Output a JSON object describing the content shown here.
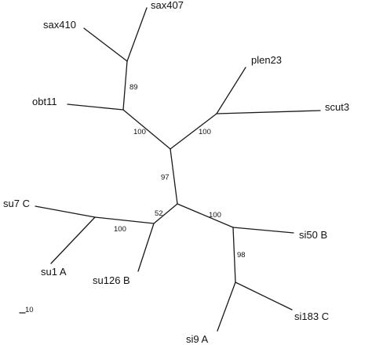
{
  "tree": {
    "leaves": [
      {
        "id": "sax407",
        "label": "sax407"
      },
      {
        "id": "sax410",
        "label": "sax410"
      },
      {
        "id": "obt11",
        "label": "obt11"
      },
      {
        "id": "plen23",
        "label": "plen23"
      },
      {
        "id": "scut3",
        "label": "scut3"
      },
      {
        "id": "su7c",
        "label": "su7 C"
      },
      {
        "id": "su1a",
        "label": "su1 A"
      },
      {
        "id": "su126b",
        "label": "su126 B"
      },
      {
        "id": "si50b",
        "label": "si50 B"
      },
      {
        "id": "si183c",
        "label": "si183 C"
      },
      {
        "id": "si9a",
        "label": "si9 A"
      }
    ],
    "support_values": [
      {
        "id": "n89",
        "label": "89"
      },
      {
        "id": "n100a",
        "label": "100"
      },
      {
        "id": "n100b",
        "label": "100"
      },
      {
        "id": "n97",
        "label": "97"
      },
      {
        "id": "n52",
        "label": "52"
      },
      {
        "id": "n100c",
        "label": "100"
      },
      {
        "id": "n100d",
        "label": "100"
      },
      {
        "id": "n98",
        "label": "98"
      }
    ],
    "scale_bar": {
      "label": "10"
    }
  }
}
